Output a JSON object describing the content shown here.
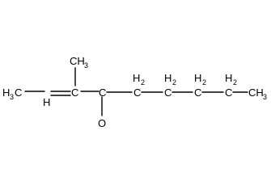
{
  "molecule": {
    "atoms": {
      "c1": {
        "symbol": "H",
        "count": "3",
        "trail": "C"
      },
      "c2": {
        "symbol": "H"
      },
      "c3": {
        "symbol": "C"
      },
      "me": {
        "symbol": "CH",
        "count": "3"
      },
      "c4": {
        "symbol": "C"
      },
      "o": {
        "symbol": "O"
      },
      "c5": {
        "symbol": "C",
        "sub_h": "H",
        "count": "2"
      },
      "c6": {
        "symbol": "C",
        "sub_h": "H",
        "count": "2"
      },
      "c7": {
        "symbol": "C",
        "sub_h": "H",
        "count": "2"
      },
      "c8": {
        "symbol": "C",
        "sub_h": "H",
        "count": "2"
      },
      "c9": {
        "symbol": "CH",
        "count": "3"
      }
    }
  },
  "colors": {
    "bond": "#000000",
    "label": "#000000",
    "background": "#ffffff"
  }
}
